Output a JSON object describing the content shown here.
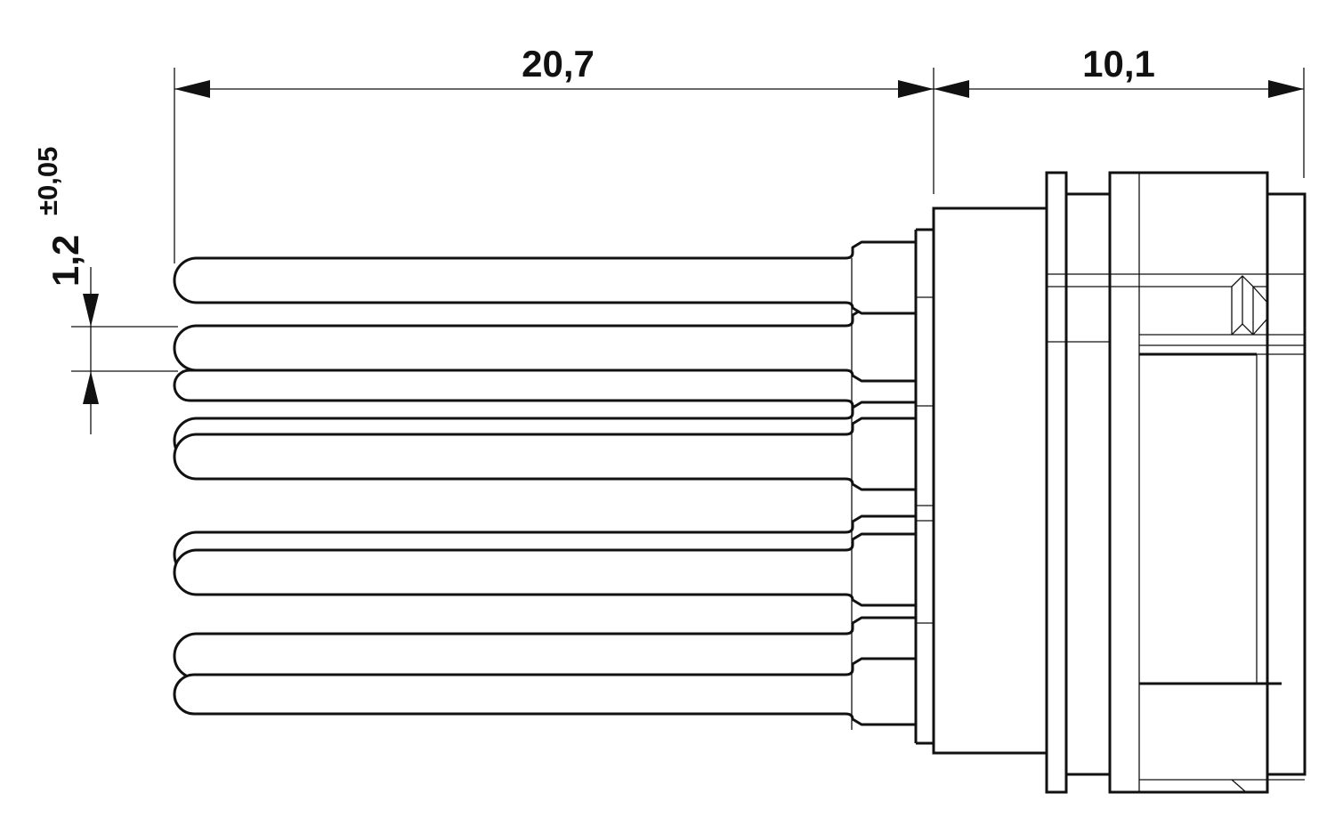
{
  "dimensions": {
    "overall_pin_length": "20,7",
    "housing_length": "10,1",
    "pin_diameter": "1,2",
    "pin_diameter_tolerance": "±0,05"
  },
  "colors": {
    "line": "#111111",
    "background": "#ffffff"
  }
}
